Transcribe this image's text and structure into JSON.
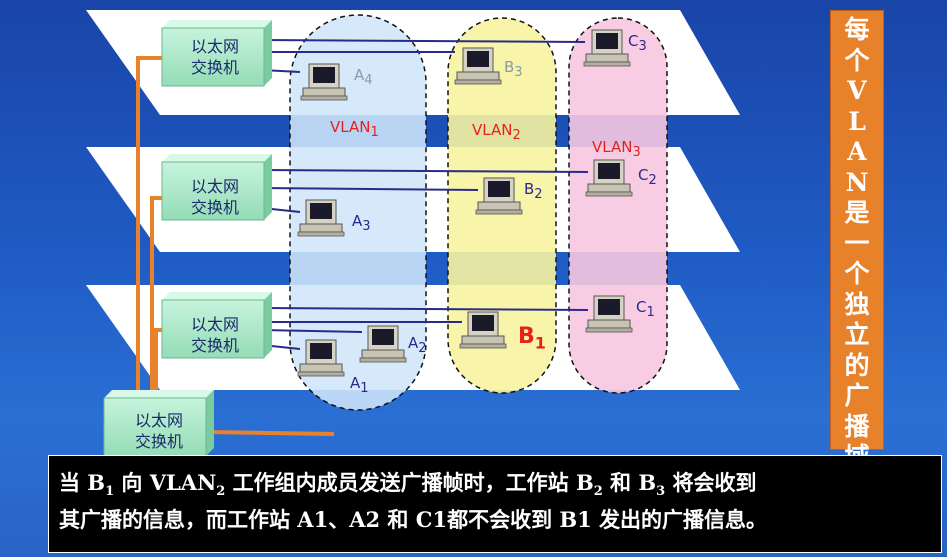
{
  "switch_label": {
    "line1": "以太网",
    "line2": "交换机"
  },
  "vlans": {
    "v1": {
      "name": "VLAN",
      "sub": "1"
    },
    "v2": {
      "name": "VLAN",
      "sub": "2"
    },
    "v3": {
      "name": "VLAN",
      "sub": "3"
    }
  },
  "stations": {
    "a4": {
      "letter": "A",
      "sub": "4"
    },
    "a3": {
      "letter": "A",
      "sub": "3"
    },
    "a2": {
      "letter": "A",
      "sub": "2"
    },
    "a1": {
      "letter": "A",
      "sub": "1"
    },
    "b3": {
      "letter": "B",
      "sub": "3"
    },
    "b2": {
      "letter": "B",
      "sub": "2"
    },
    "b1": {
      "letter": "B",
      "sub": "1"
    },
    "c3": {
      "letter": "C",
      "sub": "3"
    },
    "c2": {
      "letter": "C",
      "sub": "2"
    },
    "c1": {
      "letter": "C",
      "sub": "1"
    }
  },
  "side_banner": [
    "每",
    "个",
    "V",
    "L",
    "A",
    "N",
    "是",
    "一",
    "个",
    "独",
    "立",
    "的",
    "广",
    "播",
    "域"
  ],
  "caption": {
    "l1_a": "当 B",
    "l1_b": "1",
    "l1_c": " 向 VLAN",
    "l1_d": "2",
    "l1_e": " 工作组内成员发送广播帧时，工作站 B",
    "l1_f": "2",
    "l1_g": " 和 B",
    "l1_h": "3",
    "l1_i": " 将会收到",
    "l2": "其广播的信息，而工作站 A1、A2 和 C1都不会收到 B1 发出的广播信息。"
  },
  "colors": {
    "floor": "#ffffff",
    "vlan1_fill": "#cfe6fa",
    "vlan2_fill": "#f7f3a0",
    "vlan3_fill": "#f7c8e0",
    "switch_fill": "#a8ecc8",
    "uplink": "#e8822a",
    "cable": "#2a2a8a",
    "vlan_text": "#e8201a",
    "banner": "#e8822a"
  }
}
